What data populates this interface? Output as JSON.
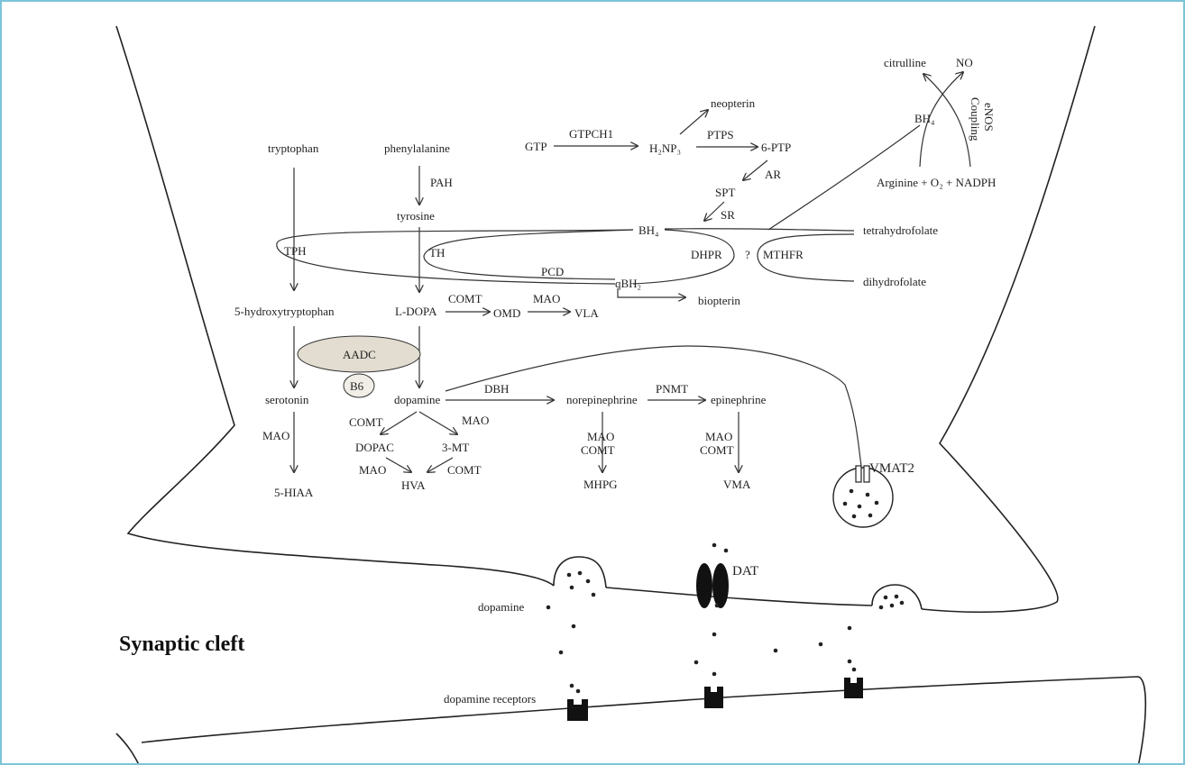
{
  "title": "Synaptic cleft",
  "labels": {
    "tryptophan": "tryptophan",
    "phenylalanine": "phenylalanine",
    "pah": "PAH",
    "tyrosine": "tyrosine",
    "tph": "TPH",
    "th": "TH",
    "five_htp": "5-hydroxytryptophan",
    "ldopa": "L-DOPA",
    "comt_a": "COMT",
    "omd": "OMD",
    "mao_a": "MAO",
    "vla": "VLA",
    "aadc": "AADC",
    "b6": "B6",
    "serotonin": "serotonin",
    "dopamine_mid": "dopamine",
    "dbh": "DBH",
    "norepinephrine": "norepinephrine",
    "pnmt": "PNMT",
    "epinephrine": "epinephrine",
    "mao_b": "MAO",
    "hiaa": "5-HIAA",
    "comt_b": "COMT",
    "mao_c": "MAO",
    "dopac": "DOPAC",
    "three_mt": "3-MT",
    "mao_d": "MAO",
    "comt_c": "COMT",
    "hva": "HVA",
    "mao_e": "MAO",
    "comt_d": "COMT",
    "mhpg": "MHPG",
    "mao_f": "MAO",
    "comt_e": "COMT",
    "vma": "VMA",
    "gtp": "GTP",
    "gtpch1": "GTPCH1",
    "neopterin": "neopterin",
    "h2np3": "H₂NP₃",
    "ptps": "PTPS",
    "six_ptp": "6-PTP",
    "ar": "AR",
    "spt": "SPT",
    "sr": "SR",
    "bh4": "BH₄",
    "dhpr": "DHPR",
    "question": "?",
    "mthfr": "MTHFR",
    "tetrahydrofolate": "tetrahydrofolate",
    "dihydrofolate": "dihydrofolate",
    "pcd": "PCD",
    "qbh2": "qBH₂",
    "biopterin": "biopterin",
    "citrulline": "citrulline",
    "no": "NO",
    "bh4_enos": "BH₄",
    "coupling": "Coupling",
    "enos": "eNOS",
    "arginine": "Arginine + O₂ + NADPH",
    "vmat2": "VMAT2",
    "dat": "DAT",
    "dopamine_cleft": "dopamine",
    "receptors": "dopamine receptors"
  },
  "colors": {
    "frame": "#7cc3d8",
    "aadc_fill": "#e2ddd0",
    "b6_fill": "#f0eee6",
    "ink": "#222222"
  }
}
